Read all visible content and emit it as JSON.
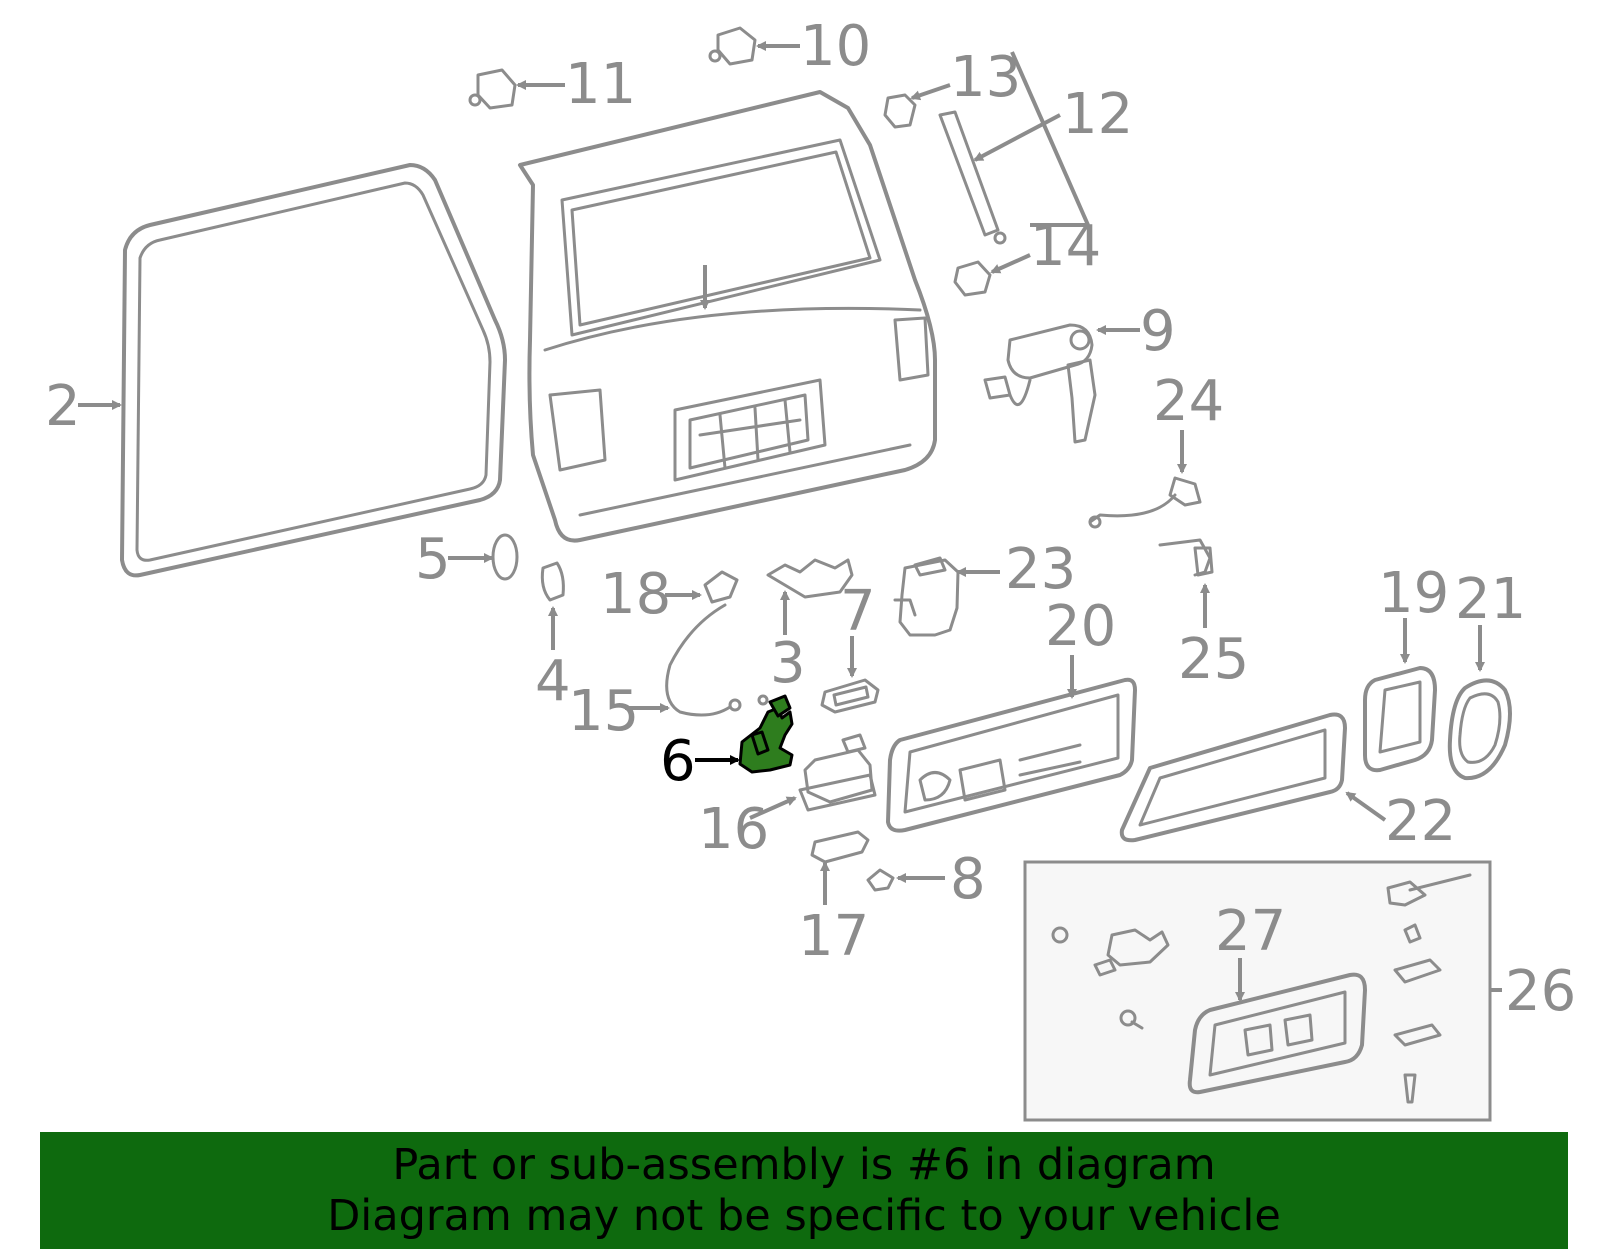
{
  "diagram": {
    "highlight_color": "#2e7d1e",
    "line_color": "#8c8c8c",
    "labels": {
      "l2": "2",
      "l3": "3",
      "l4": "4",
      "l5": "5",
      "l6": "6",
      "l7": "7",
      "l8": "8",
      "l9": "9",
      "l10": "10",
      "l11": "11",
      "l12": "12",
      "l13": "13",
      "l14": "14",
      "l15": "15",
      "l16": "16",
      "l17": "17",
      "l18": "18",
      "l19": "19",
      "l20": "20",
      "l21": "21",
      "l22": "22",
      "l23": "23",
      "l24": "24",
      "l25": "25",
      "l26": "26",
      "l27": "27"
    }
  },
  "footer": {
    "background": "#0e6a0e",
    "line1": "Part or sub-assembly is #6 in diagram",
    "line2": "Diagram may not be specific to your vehicle"
  }
}
